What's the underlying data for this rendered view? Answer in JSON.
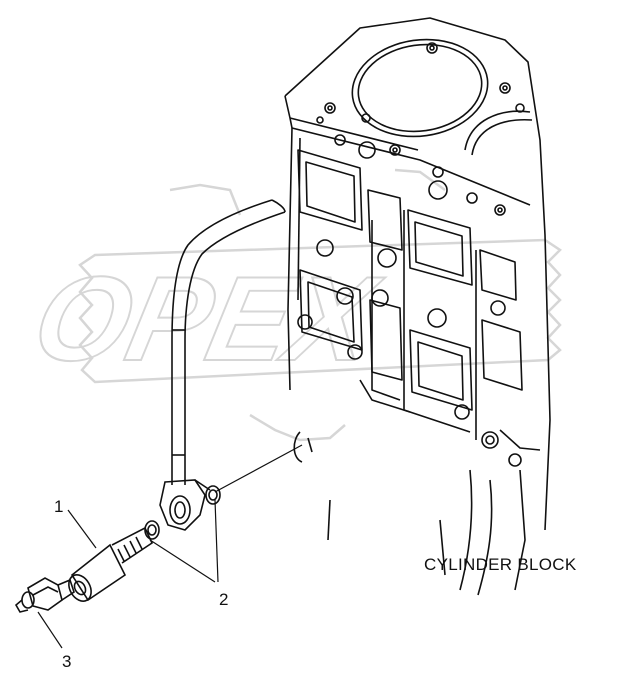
{
  "callouts": [
    {
      "id": "1",
      "text": "1"
    },
    {
      "id": "2",
      "text": "2"
    },
    {
      "id": "3",
      "text": "3"
    }
  ],
  "caption": "CYLINDER BLOCK",
  "watermark": {
    "text": "OPEX",
    "color": "#d9d9d9"
  },
  "colors": {
    "line": "#111111",
    "background": "#ffffff"
  }
}
